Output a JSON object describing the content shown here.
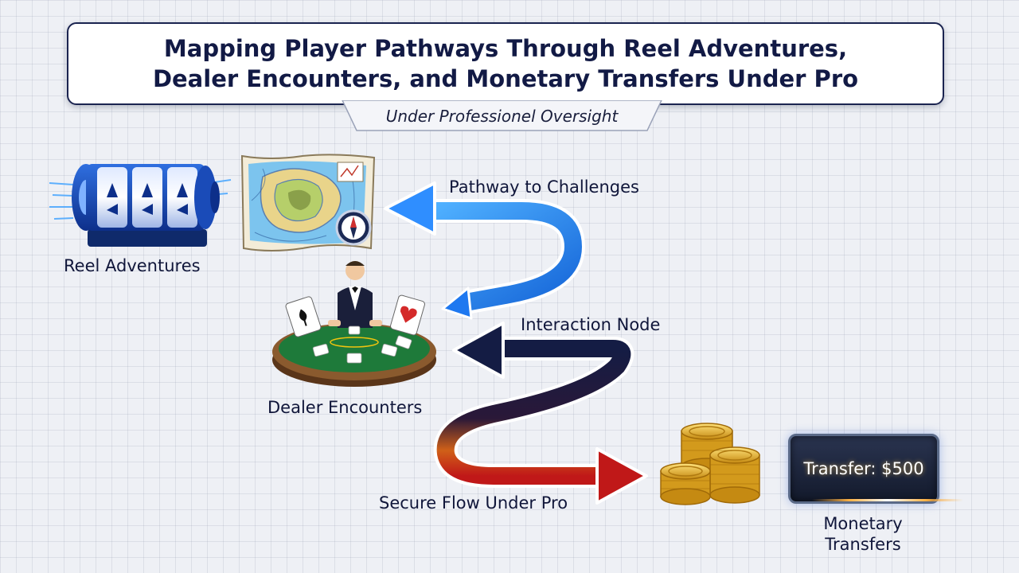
{
  "title": {
    "line1": "Mapping Player Pathways Through Reel Adventures,",
    "line2": "Dealer Encounters, and Monetary Transfers Under Pro"
  },
  "subtitle": "Under Professionel Oversight",
  "nodes": {
    "reel": "Reel Adventures",
    "dealer": "Dealer Encounters",
    "monetary_line1": "Monetary",
    "monetary_line2": "Transfers"
  },
  "arrows": {
    "top": "Pathway to Challenges",
    "middle": "Interaction Node",
    "bottom": "Secure Flow Under Pro"
  },
  "transfer_display": "Transfer: $500",
  "colors": {
    "blue_arrow": "#1e88ff",
    "navy_arrow": "#141c44",
    "red_arrow": "#c01818",
    "title_text": "#121a45"
  },
  "icons": [
    "slot-reel-icon",
    "treasure-map-icon",
    "compass-icon",
    "dealer-table-icon",
    "playing-card-icon",
    "gold-coins-icon"
  ]
}
